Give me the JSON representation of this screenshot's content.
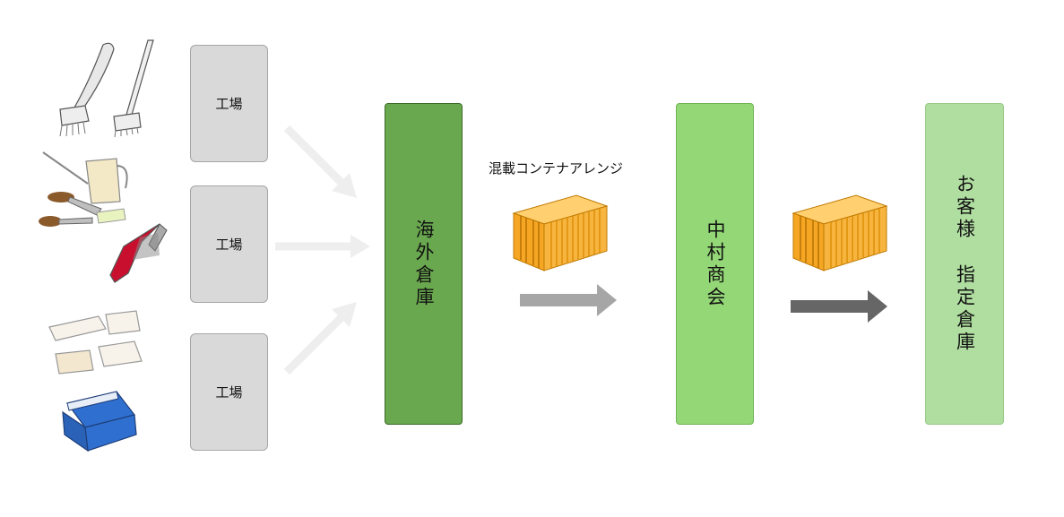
{
  "factories": [
    {
      "label": "工場"
    },
    {
      "label": "工場"
    },
    {
      "label": "工場"
    }
  ],
  "overseas_warehouse": {
    "label": "海外倉庫"
  },
  "consolidation": {
    "label": "混載コンテナアレンジ"
  },
  "nakamura": {
    "label": "中村商会"
  },
  "customer": {
    "line1": "お客様",
    "line2": "指定倉庫"
  },
  "colors": {
    "factory_fill": "#d9d9d9",
    "overseas_fill": "#6aa84f",
    "nakamura_fill": "#93d776",
    "customer_fill": "#b0dea0",
    "container_orange": "#f5a623",
    "arrow_light": "#eeeeee",
    "arrow_mid": "#a6a6a6",
    "arrow_dark": "#666666"
  }
}
